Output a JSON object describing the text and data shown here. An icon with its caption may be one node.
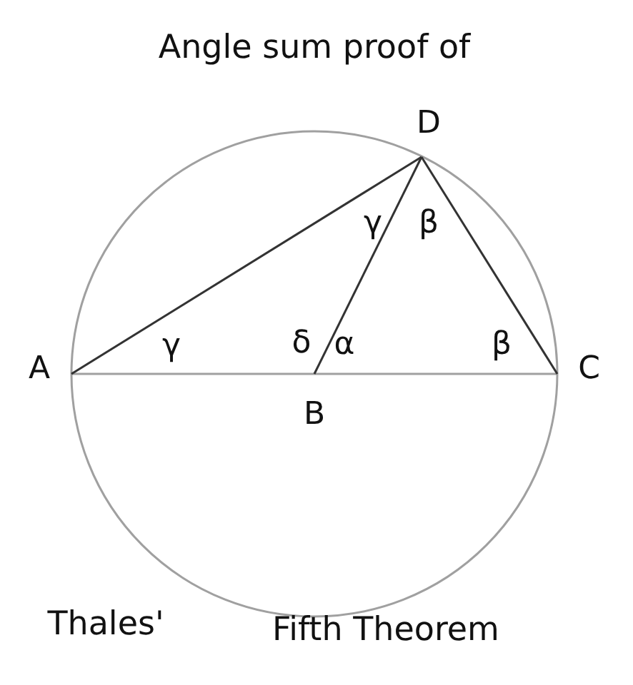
{
  "diagram": {
    "title": "Angle sum proof of",
    "nodes": [
      {
        "text": [
          "A"
        ]
      },
      {
        "text": [
          "B"
        ]
      },
      {
        "text": [
          "C"
        ]
      },
      {
        "text": [
          "D"
        ]
      }
    ],
    "edges": [
      {
        "from": 0,
        "to": 1,
        "arrow": "none",
        "color": "#a0a0a0"
      },
      {
        "from": 1,
        "to": 2,
        "arrow": "none",
        "color": "#a0a0a0"
      },
      {
        "from": 0,
        "to": 3,
        "arrow": "none"
      },
      {
        "from": 1,
        "to": 3,
        "arrow": "none"
      },
      {
        "from": 3,
        "to": 2,
        "arrow": "none"
      }
    ],
    "labels": [
      "γ",
      "β",
      "γ",
      "δ",
      "α",
      "β",
      "Thales'",
      "Fifth Theorem"
    ]
  }
}
